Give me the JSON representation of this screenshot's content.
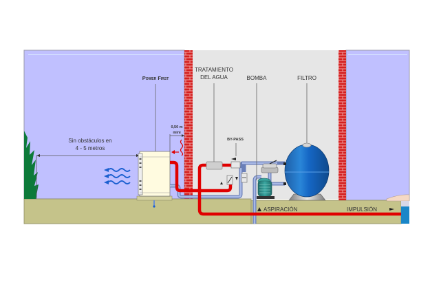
{
  "diagram": {
    "title": "Pool heat pump installation diagram",
    "colors": {
      "outdoor_sky": "#c0c0ff",
      "indoor_room": "#e6e6e6",
      "ground": "#c5c38a",
      "brick": "#d42020",
      "hot_pipe": "#e00000",
      "cold_pipe": "#8fa6d6",
      "filter_tank": "#1a6fc0",
      "pump": "#2a8a86",
      "water": "#1a86c8",
      "vegetation": "#0d7a3a"
    },
    "labels": {
      "heat_pump_line1": "Power First",
      "treatment_line1": "TRATAMIENTO",
      "treatment_line2": "DEL AGUA",
      "pump": "BOMBA",
      "filter": "FILTRO",
      "bypass": "BY-PASS",
      "clearance_line1": "0,50 m",
      "clearance_line2": "mini",
      "obstacles_line1": "Sin obstáculos en",
      "obstacles_line2": "4 - 5 metros",
      "suction": "ASPIRACIÓN",
      "discharge": "IMPULSIÓN"
    },
    "icons": {
      "suction_arrow": "triangle-up-icon",
      "discharge_arrow": "triangle-right-icon",
      "bypass_arrow": "triangle-left-icon",
      "airflow": "wave-arrows-icon",
      "heat": "heat-wave-icon"
    }
  }
}
